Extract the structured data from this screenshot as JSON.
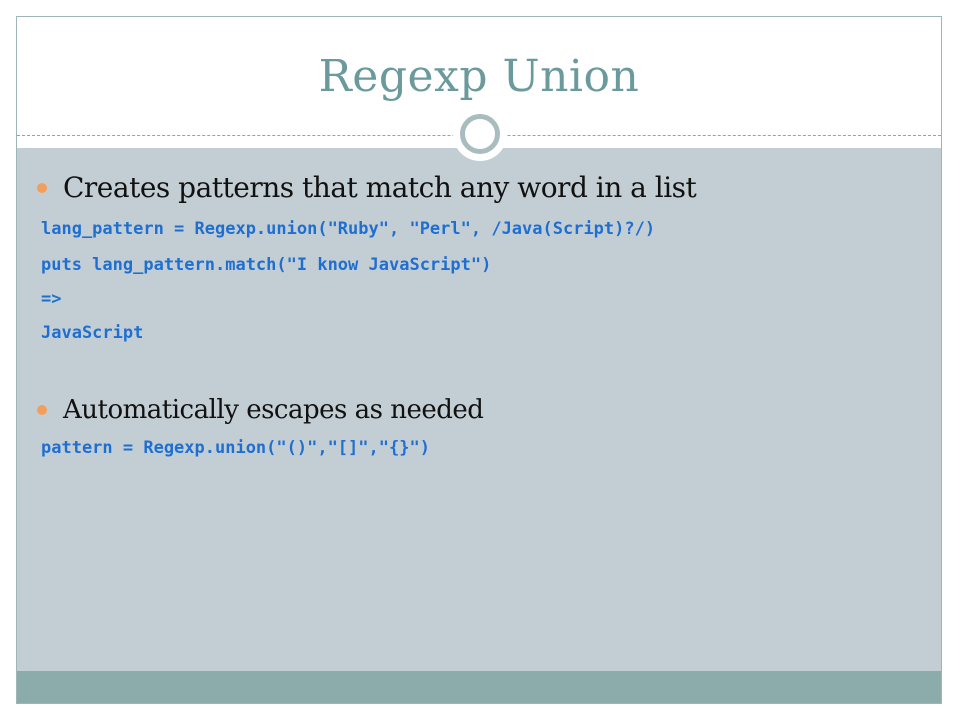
{
  "slide": {
    "title": "Regexp Union",
    "bullets": [
      {
        "text": "Creates patterns that match any word in a list"
      },
      {
        "text": "Automatically escapes as needed"
      }
    ],
    "code_block_1": [
      "lang_pattern = Regexp.union(\"Ruby\", \"Perl\", /Java(Script)?/)",
      "puts lang_pattern.match(\"I know JavaScript\")",
      "=>",
      "JavaScript"
    ],
    "code_block_2": [
      "pattern = Regexp.union(\"()\",\"[]\",\"{}\")"
    ]
  },
  "colors": {
    "title": "#6b9a9c",
    "content_background": "#c3ced4",
    "footer_band": "#8cabab",
    "bullet": "#f39e5a",
    "code": "#1f6fd1"
  },
  "icons": {
    "bullet": "bullet-dot",
    "divider_ornament": "ring-icon"
  }
}
